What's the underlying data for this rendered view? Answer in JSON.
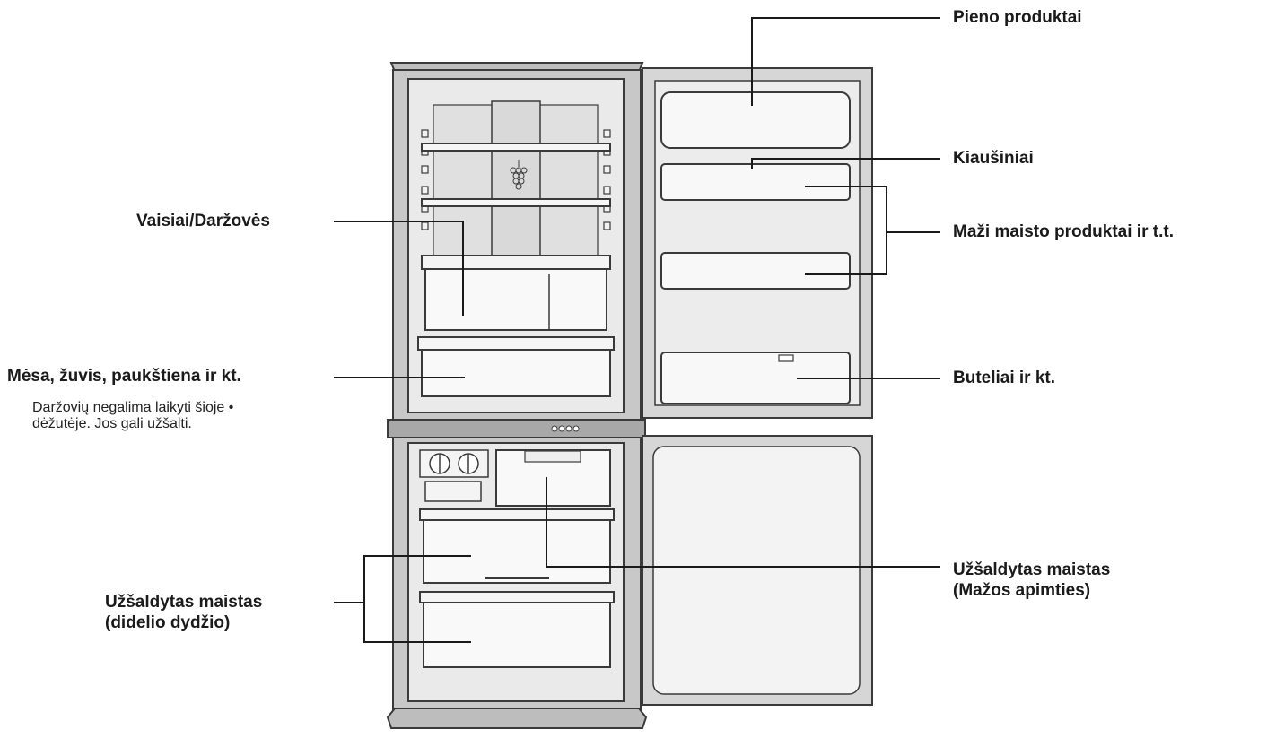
{
  "labels": {
    "dairy": "Pieno produktai",
    "eggs": "Kiaušiniai",
    "small_items": "Maži maisto produktai ir t.t.",
    "bottles": "Buteliai ir kt.",
    "fruit_veg": "Vaisiai/Daržovės",
    "meat": "Mėsa, žuvis, paukštiena ir kt.",
    "meat_note_line1": "Daržovių negalima laikyti šioje •",
    "meat_note_line2": "dėžutėje. Jos gali užšalti.",
    "frozen_small_line1": "Užšaldytas maistas",
    "frozen_small_line2": "(Mažos apimties)",
    "frozen_large_line1": "Užšaldytas maistas",
    "frozen_large_line2": "(didelio dydžio)"
  },
  "colors": {
    "outline": "#3a3a3a",
    "cabinet_fill": "#c8c8c8",
    "interior_fill": "#e3e3e3",
    "door_fill": "#d6d6d6",
    "white": "#ffffff",
    "leader": "#1a1a1a"
  }
}
